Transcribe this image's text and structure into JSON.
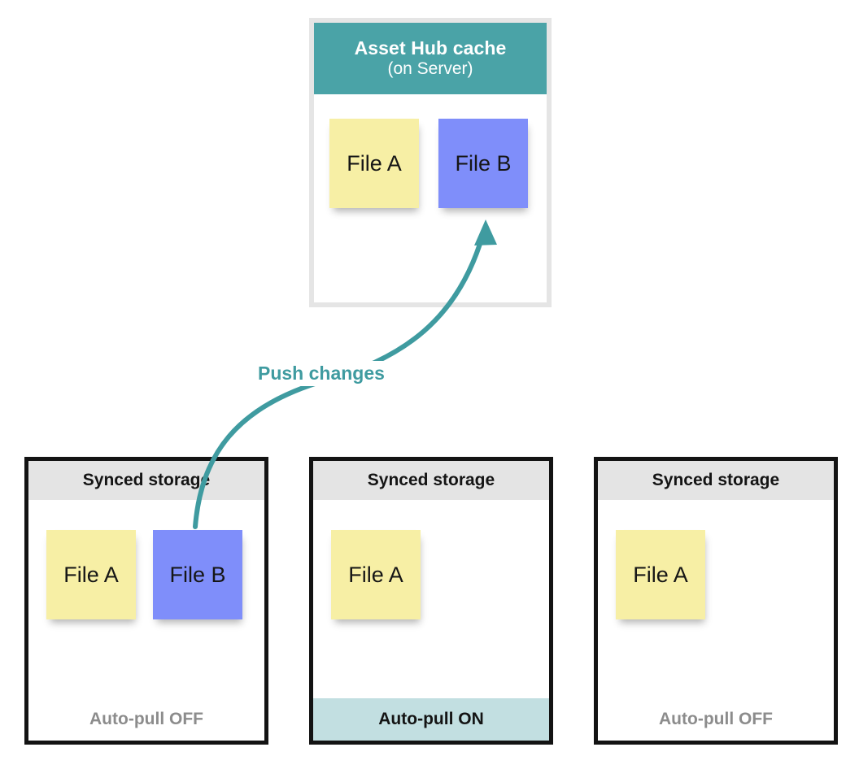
{
  "diagram": {
    "title_text": "Asset Hub cache",
    "accent_color": "#4aa3a7",
    "cache": {
      "name": "Asset Hub cache",
      "subtitle": "(on Server)",
      "files": [
        {
          "label": "File A",
          "color": "#f7efa5",
          "variant": "yellow"
        },
        {
          "label": "File B",
          "color": "#7f8efa",
          "variant": "blue"
        }
      ]
    },
    "flow": {
      "label": "Push changes",
      "color": "#3f9ba0",
      "direction": "up"
    },
    "panels": [
      {
        "header": "Synced storage",
        "files": [
          {
            "label": "File A",
            "color": "#f7efa5",
            "variant": "yellow"
          },
          {
            "label": "File B",
            "color": "#7f8efa",
            "variant": "blue"
          }
        ],
        "footer": "Auto-pull OFF",
        "footer_state": "off",
        "footer_color": "#8c8c8c"
      },
      {
        "header": "Synced storage",
        "files": [
          {
            "label": "File A",
            "color": "#f7efa5",
            "variant": "yellow"
          }
        ],
        "footer": "Auto-pull ON",
        "footer_state": "on",
        "footer_color": "#c2dfe1"
      },
      {
        "header": "Synced storage",
        "files": [
          {
            "label": "File A",
            "color": "#f7efa5",
            "variant": "yellow"
          }
        ],
        "footer": "Auto-pull OFF",
        "footer_state": "off",
        "footer_color": "#8c8c8c"
      }
    ]
  }
}
